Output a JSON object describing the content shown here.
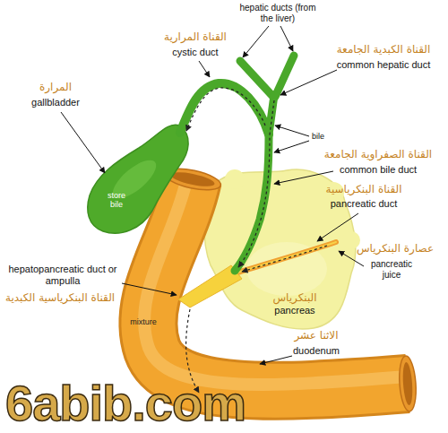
{
  "diagram": {
    "nodes": [
      {
        "text": [
          "store bile"
        ]
      },
      {
        "text": [
          "البنكرياس",
          "pancreas"
        ]
      },
      {
        "text": [
          "mixture"
        ]
      }
    ],
    "labels": [
      "hepatic ducts (from the liver)",
      "القناة المرارية",
      "cystic duct",
      "القناة الكبدية الجامعة",
      "common hepatic duct",
      "المرارة",
      "gallbladder",
      "bile",
      "القناة الصفراوية الجامعة",
      "common bile duct",
      "القناة البنكرياسية",
      "pancreatic duct",
      "عصارة البنكرياس",
      "pancreatic juice",
      "hepatopancreatic duct or ampulla",
      "القناة البنكرياسية الكبدية",
      "الاثنا عشر",
      "duodenum",
      "6abib.com"
    ]
  }
}
